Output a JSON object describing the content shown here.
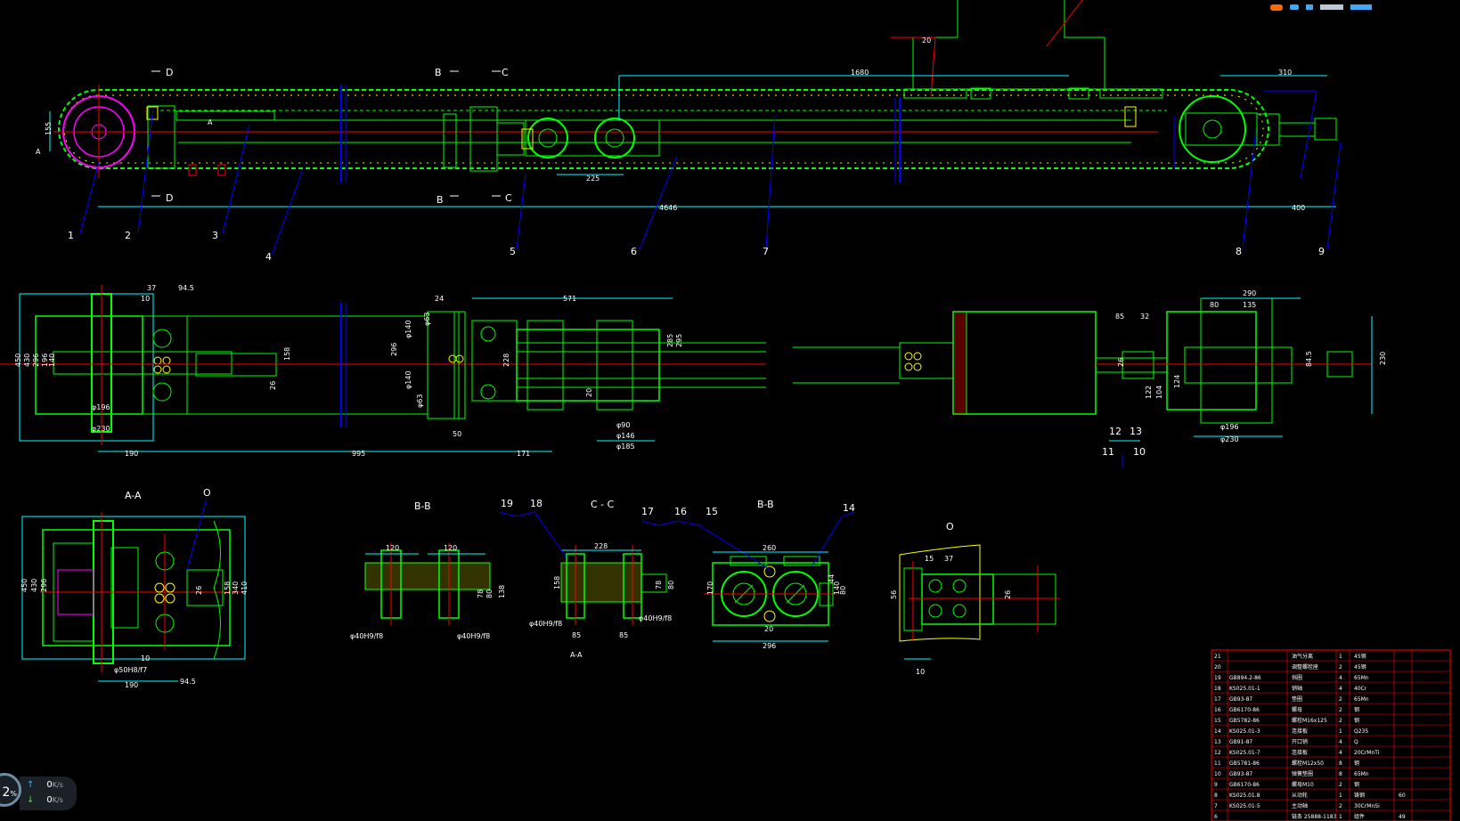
{
  "colors": {
    "background": "#000000",
    "outline": "#00ff00",
    "dimension": "#00ffff",
    "centerline": "#ff0000",
    "leader": "#0000ff",
    "text": "#ffffff",
    "hatch": "#ffff00",
    "titleblock": "#ff0000"
  },
  "top_view": {
    "section_marks": [
      "D",
      "D",
      "B",
      "C",
      "B",
      "C",
      "A",
      "A"
    ],
    "dims": {
      "d155": "155",
      "d1680": "1680",
      "d310": "310",
      "d20": "20",
      "d225": "225",
      "d4646": "4646",
      "d400": "400"
    },
    "part_numbers": [
      "1",
      "2",
      "3",
      "4",
      "5",
      "6",
      "7",
      "8",
      "9"
    ]
  },
  "plan_view": {
    "dims": {
      "d37": "37",
      "d94_5": "94.5",
      "d10": "10",
      "d24": "24",
      "d571": "571",
      "d450": "450",
      "d430": "430",
      "d296": "296",
      "d196": "196",
      "d140": "140",
      "d158": "158",
      "d26": "26",
      "dphi196": "φ196",
      "dphi230": "φ230",
      "dphi63a": "φ63",
      "dphi140a": "φ140",
      "dphi140b": "φ140",
      "dphi63b": "φ63",
      "d296b": "296",
      "d228": "228",
      "d50": "50",
      "d20b": "20",
      "d285": "285",
      "d295": "295",
      "dphi90": "φ90",
      "dphi146": "φ146",
      "dphi185": "φ185",
      "d190": "190",
      "d995": "995",
      "d171": "171"
    }
  },
  "right_view": {
    "dims": {
      "d85": "85",
      "d32": "32",
      "d290": "290",
      "d80": "80",
      "d135": "135",
      "d26": "26",
      "d122": "122",
      "d104": "104",
      "d124": "124",
      "d845": "84.5",
      "d230": "230",
      "dphi196": "φ196",
      "dphi230": "φ230"
    },
    "part_numbers": [
      "12",
      "13",
      "11",
      "10"
    ]
  },
  "section_aa": {
    "title": "A-A",
    "detail_ref": "O",
    "dims": {
      "d450": "450",
      "d430": "430",
      "d296": "296",
      "d26": "26",
      "d158": "158",
      "d340": "340",
      "d410": "410",
      "d10": "10",
      "dphi50": "φ50H8/f7",
      "d94_5": "94.5",
      "d190": "190"
    }
  },
  "section_bb1": {
    "title": "B-B",
    "dims": {
      "d120a": "120",
      "d120b": "120",
      "d78": "78",
      "d80": "80",
      "d138": "138",
      "dphi40a": "φ40H9/f8",
      "dphi40b": "φ40H9/f8"
    }
  },
  "section_cc": {
    "title": "C - C",
    "callouts": [
      "19",
      "18"
    ],
    "subtitle": "A-A",
    "dims": {
      "d228": "228",
      "d158": "158",
      "d78": "78",
      "d80": "80",
      "dphi40a": "φ40H9/f8",
      "dphi40b": "φ40H9/f8",
      "d85a": "85",
      "d85b": "85"
    }
  },
  "section_bb2": {
    "title": "B-B",
    "callouts": [
      "17",
      "16",
      "15",
      "14"
    ],
    "dims": {
      "d260": "260",
      "d170": "170",
      "d20": "20",
      "d296": "296",
      "d140": "140",
      "d80": "80",
      "d44": "44"
    }
  },
  "detail_o": {
    "title": "O",
    "dims": {
      "d15": "15",
      "d37": "37",
      "d56": "56",
      "d26": "26",
      "d10": "10"
    }
  },
  "bom": {
    "rows": [
      {
        "no": "21",
        "code": "",
        "name": "油气分离",
        "qty": "1",
        "mat": "45钢",
        "w": ""
      },
      {
        "no": "20",
        "code": "",
        "name": "调整螺栓座",
        "qty": "2",
        "mat": "45钢",
        "w": ""
      },
      {
        "no": "19",
        "code": "GB894.2-86",
        "name": "挡圈",
        "qty": "4",
        "mat": "65Mn",
        "w": ""
      },
      {
        "no": "18",
        "code": "KS025.01-1",
        "name": "销轴",
        "qty": "4",
        "mat": "40Cr",
        "w": ""
      },
      {
        "no": "17",
        "code": "GB93-87",
        "name": "垫圈",
        "qty": "2",
        "mat": "65Mn",
        "w": ""
      },
      {
        "no": "16",
        "code": "GB6170-86",
        "name": "螺母",
        "qty": "2",
        "mat": "钢",
        "w": ""
      },
      {
        "no": "15",
        "code": "GB5782-86",
        "name": "螺栓M16x125",
        "qty": "2",
        "mat": "钢",
        "w": ""
      },
      {
        "no": "14",
        "code": "KS025.01-3",
        "name": "连接板",
        "qty": "1",
        "mat": "Q235",
        "w": ""
      },
      {
        "no": "13",
        "code": "GB91-87",
        "name": "开口销",
        "qty": "4",
        "mat": "Q",
        "w": ""
      },
      {
        "no": "12",
        "code": "KS025.01-7",
        "name": "连接板",
        "qty": "4",
        "mat": "20CrMnTi",
        "w": ""
      },
      {
        "no": "11",
        "code": "GB5781-86",
        "name": "螺栓M12x50",
        "qty": "8",
        "mat": "钢",
        "w": ""
      },
      {
        "no": "10",
        "code": "GB93-87",
        "name": "弹簧垫圈",
        "qty": "8",
        "mat": "65Mn",
        "w": ""
      },
      {
        "no": "9",
        "code": "GB6170-86",
        "name": "螺母M10",
        "qty": "2",
        "mat": "钢",
        "w": ""
      },
      {
        "no": "8",
        "code": "KS025.01.8",
        "name": "从动轮",
        "qty": "1",
        "mat": "铸钢",
        "w": "60"
      },
      {
        "no": "7",
        "code": "KS025.01-5",
        "name": "主动轴",
        "qty": "2",
        "mat": "30CrMnSi",
        "w": ""
      },
      {
        "no": "6",
        "code": "",
        "name": "链条 25888-1183",
        "qty": "1",
        "mat": "组件",
        "w": "49"
      }
    ]
  },
  "net_widget": {
    "percent": "2",
    "percent_unit": "%",
    "upload": "0",
    "download": "0",
    "unit": "K/s",
    "up_arrow": "↑",
    "down_arrow": "↓"
  }
}
